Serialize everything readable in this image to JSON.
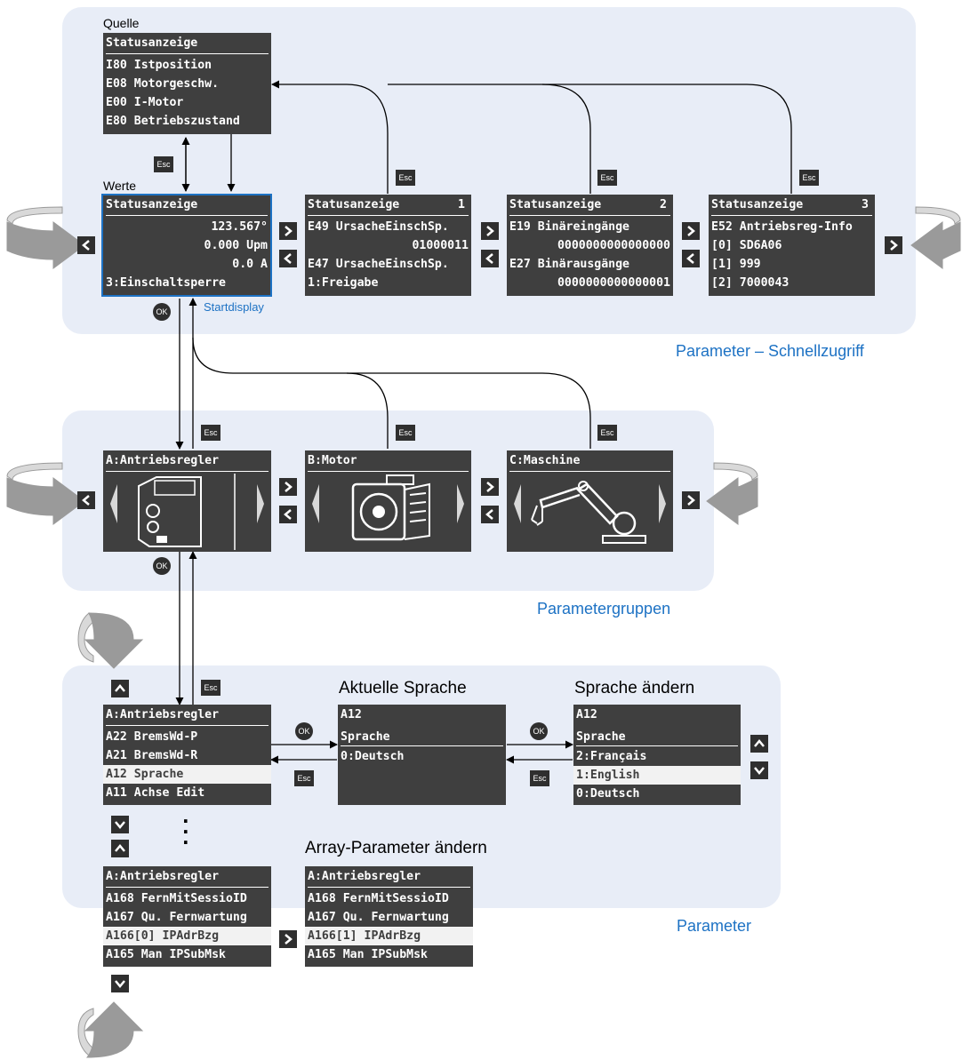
{
  "sections": {
    "quick_access": "Parameter – Schnellzugriff",
    "groups": "Parametergruppen",
    "parameter": "Parameter"
  },
  "labels": {
    "quelle": "Quelle",
    "werte": "Werte",
    "startdisplay": "Startdisplay",
    "current_language": "Aktuelle Sprache",
    "change_language": "Sprache ändern",
    "change_array": "Array-Parameter ändern"
  },
  "buttons": {
    "esc": "Esc",
    "ok": "OK"
  },
  "source_screen": {
    "title": "Statusanzeige",
    "lines": [
      "I80 Istposition",
      "E08 Motorgeschw.",
      "E00 I-Motor",
      "E80 Betriebszustand"
    ]
  },
  "status_screens": [
    {
      "title": "Statusanzeige",
      "index": "",
      "lines": [
        "123.567°",
        "0.000 Upm",
        "0.0 A",
        "3:Einschaltsperre"
      ]
    },
    {
      "title": "Statusanzeige",
      "index": "1",
      "lines": [
        "E49 UrsacheEinschSp.",
        "01000011",
        "E47 UrsacheEinschSp.",
        "1:Freigabe"
      ]
    },
    {
      "title": "Statusanzeige",
      "index": "2",
      "lines": [
        "E19 Binäreingänge",
        "0000000000000000",
        "E27 Binärausgänge",
        "0000000000000001"
      ]
    },
    {
      "title": "Statusanzeige",
      "index": "3",
      "lines": [
        "E52 Antriebsreg-Info",
        "[0] SD6A06",
        "[1] 999",
        "[2] 7000043"
      ]
    }
  ],
  "groups": [
    {
      "title": "A:Antriebsregler",
      "icon": "drive-controller-icon"
    },
    {
      "title": "B:Motor",
      "icon": "motor-icon"
    },
    {
      "title": "C:Maschine",
      "icon": "robot-arm-icon"
    }
  ],
  "param_list": {
    "title": "A:Antriebsregler",
    "lines": [
      "A22 BremsWd-P",
      "A21 BremsWd-R",
      "A12 Sprache",
      "A11 Achse Edit"
    ],
    "selected": 2
  },
  "current_language_screen": {
    "code": "A12",
    "name": "Sprache",
    "value": "0:Deutsch"
  },
  "change_language_screen": {
    "code": "A12",
    "name": "Sprache",
    "options": [
      "2:Français",
      "1:English",
      "0:Deutsch"
    ],
    "selected": 1
  },
  "array_list": {
    "title": "A:Antriebsregler",
    "lines": [
      "A168 FernMitSessioID",
      "A167 Qu. Fernwartung",
      "A166[0] IPAdrBzg",
      "A165 Man IPSubMsk"
    ],
    "selected": 2
  },
  "array_edit": {
    "title": "A:Antriebsregler",
    "lines": [
      "A168 FernMitSessioID",
      "A167 Qu. Fernwartung",
      "A166[1] IPAdrBzg",
      "A165 Man IPSubMsk"
    ],
    "selected": 2
  },
  "colors": {
    "panel": "#e8edf7",
    "screen": "#3f3f3f",
    "accent": "#1d72c4",
    "rotate_arrow": "#999999"
  }
}
